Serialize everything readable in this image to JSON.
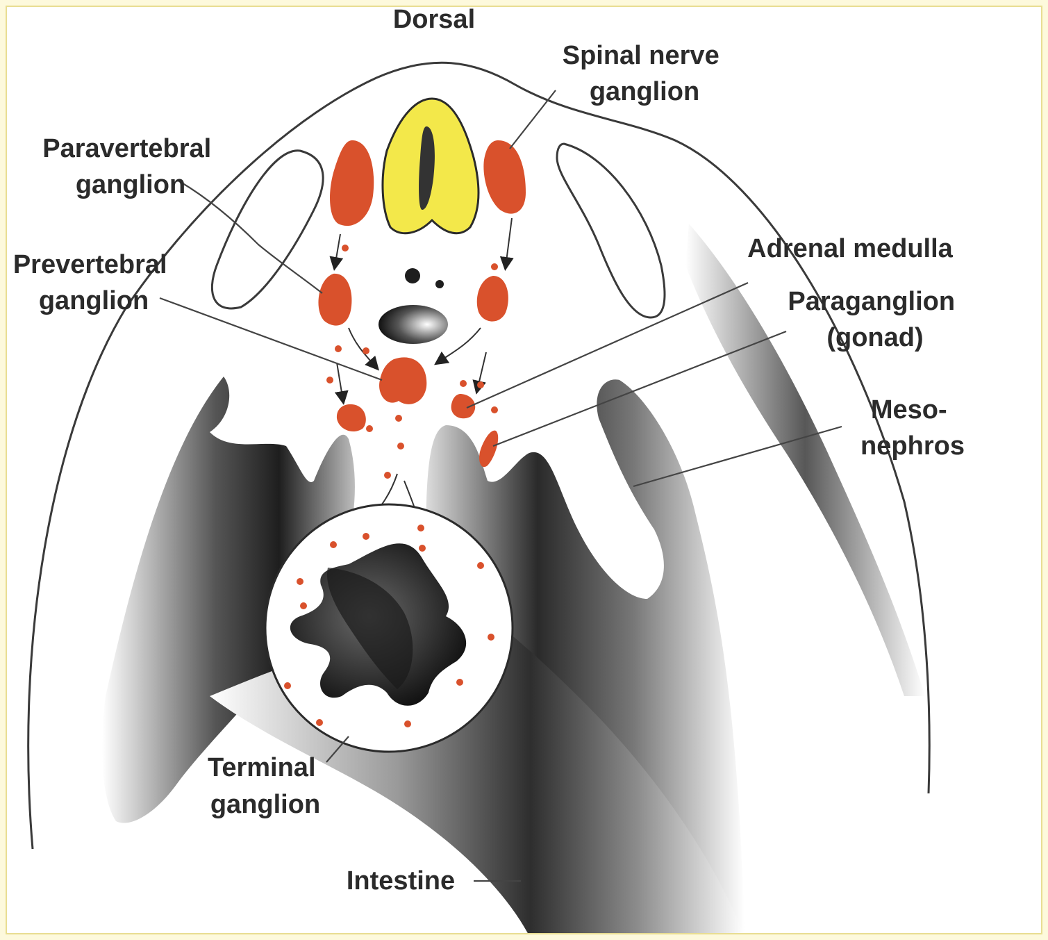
{
  "labels": {
    "dorsal": "Dorsal",
    "spinal_nerve_ganglion": [
      "Spinal nerve",
      "ganglion"
    ],
    "paravertebral_ganglion": [
      "Paravertebral",
      "ganglion"
    ],
    "prevertebral_ganglion": [
      "Prevertebral",
      "ganglion"
    ],
    "adrenal_medulla": "Adrenal medulla",
    "paraganglion": [
      "Paraganglion",
      "(gonad)"
    ],
    "mesonephros": [
      "Meso-",
      "nephros"
    ],
    "terminal_ganglion": [
      "Terminal",
      "ganglion"
    ],
    "intestine": "Intestine"
  },
  "colors": {
    "neural_crest_cells": "#d9512c",
    "neural_tube": "#f3e84a",
    "frame_border": "#e8dd92",
    "page_background": "#fdf9dc"
  }
}
